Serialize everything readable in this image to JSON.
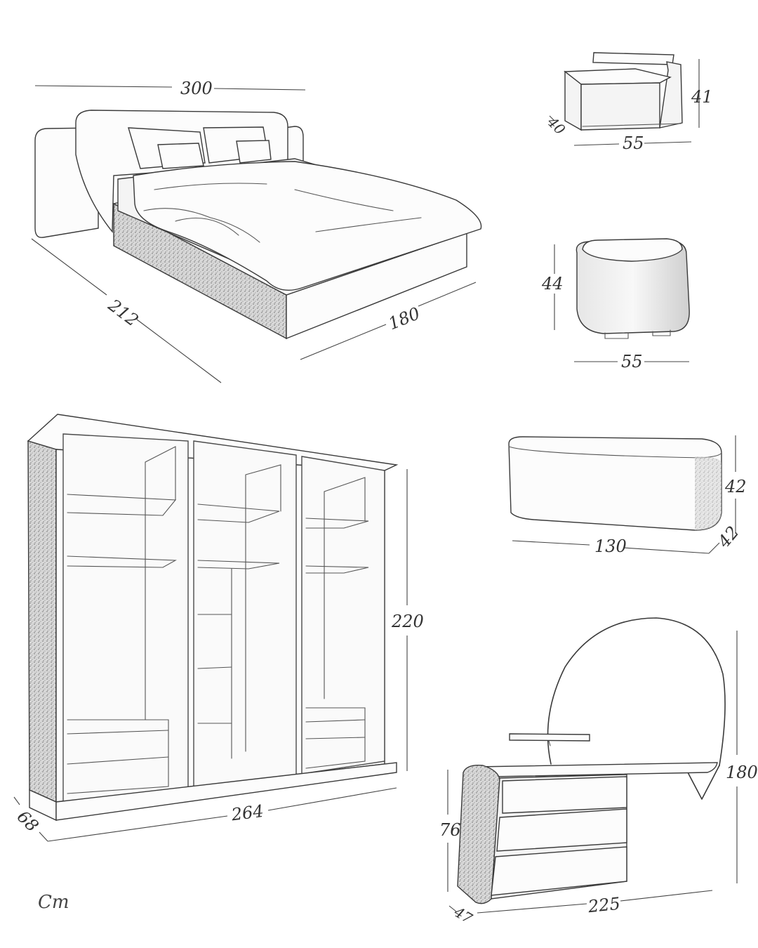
{
  "diagram": {
    "unit": "Cm",
    "bed": {
      "width": "300",
      "length": "212",
      "depth": "180"
    },
    "nightstand": {
      "height": "41",
      "depth": "40",
      "width": "55"
    },
    "pouf": {
      "height": "44",
      "width": "55"
    },
    "bench": {
      "height": "42",
      "depth": "42",
      "width": "130"
    },
    "wardrobe": {
      "height": "220",
      "width": "264",
      "depth": "68"
    },
    "vanity": {
      "height": "180",
      "desk_height": "76",
      "width": "225",
      "depth": "47"
    }
  }
}
